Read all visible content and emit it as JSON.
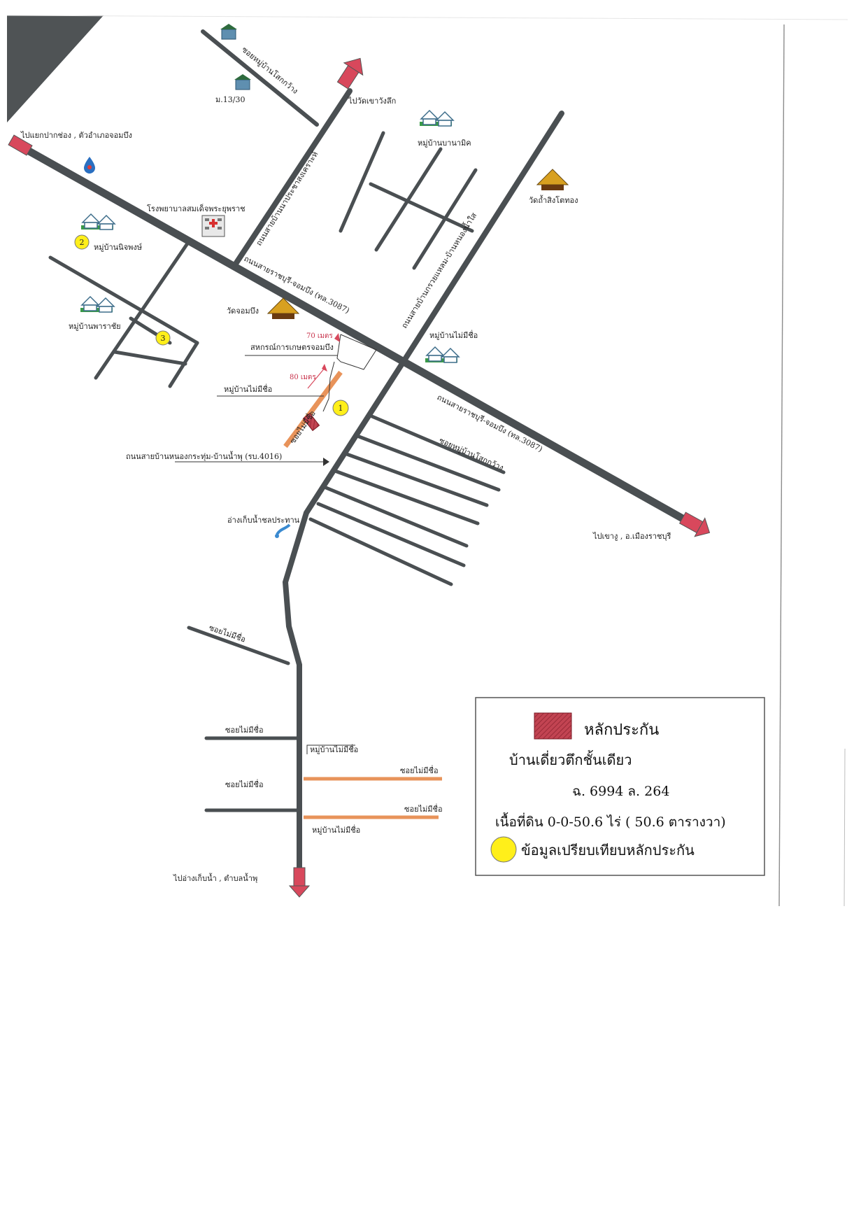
{
  "labels": {
    "soi_top_village": "ซอยหมู่บ้านโสกกว้าง",
    "moo13": "ม.13/30",
    "to_wat": "ไปวัดเขาวังลึก",
    "to_pakchong": "ไปแยกปากช่อง , ตัวอำเภอจอมบึง",
    "village_n": "หมู่บ้านบานามิค",
    "wat_right": "วัดถ้ำสิงโตทอง",
    "hospital": "โรงพยาบาลสมเด็จพระยุพราช",
    "road_nw_vertical": "ถนนสายบ้านนาประชาสงเคราะห์",
    "village2": "หมู่บ้านนิจพงษ์",
    "main_road_upper": "ถนนสายราชบุรี-จอมบึง (ทล.3087)",
    "road_right_vertical": "ถนนสายบ้านกรวยแหลม-บ้านหนองน้ำใส",
    "village_w": "หมู่บ้านพาราชัย",
    "wat_center": "วัดจอมบึง",
    "dist_70": "70 เมตร",
    "bank": "สหกรณ์การเกษตรจอมบึง",
    "dist_80": "80 เมตร",
    "village_unnamed_center": "หมู่บ้านไม่มีชื่อ",
    "village_unnamed_right": "หมู่บ้านไม่มีชื่อ",
    "soi_unnamed_diag": "ซอยไม่มีชื่อ",
    "main_road_lower": "ถนนสายราชบุรี-จอมบึง (ทล.3087)",
    "soi_village_grid": "ซอยหมู่บ้านโสกกว้าง",
    "road_south": "ถนนสายบ้านหนองกระทุ่ม-บ้านน้ำพุ (รบ.4016)",
    "reservoir": "อ่างเก็บน้ำชลประทาน",
    "to_ratchaburi": "ไปเขางู , อ.เมืองราชบุรี",
    "soi_lower_left": "ซอยไม่มีชื่อ",
    "soi_l1": "ซอยไม่มีชื่อ",
    "village_r1": "หมู่บ้านไม่มีชื่อ",
    "soi_r1": "ซอยไม่มีชื่อ",
    "soi_l2": "ซอยไม่มีชื่อ",
    "soi_r2": "ซอยไม่มีชื่อ",
    "village_r2": "หมู่บ้านไม่มีชื่อ",
    "to_south": "ไปอ่างเก็บน้ำ , ตำบลน้ำพุ",
    "marker1": "1",
    "marker2": "2",
    "marker3": "3"
  },
  "legend": {
    "collateral": "หลักประกัน",
    "house_type": "บ้านเดี่ยวตึกชั้นเดียว",
    "deed": "ฉ. 6994  ล. 264",
    "area": "เนื้อที่ดิน 0-0-50.6 ไร่ ( 50.6 ตารางวา)",
    "comparison": "ข้อมูลเปรียบเทียบหลักประกัน"
  },
  "colors": {
    "road": "#4a4f52",
    "soi_orange": "#e8935a",
    "arrow_red": "#d8485c",
    "collateral": "#b83a48",
    "marker_yellow": "#ffef1a"
  }
}
